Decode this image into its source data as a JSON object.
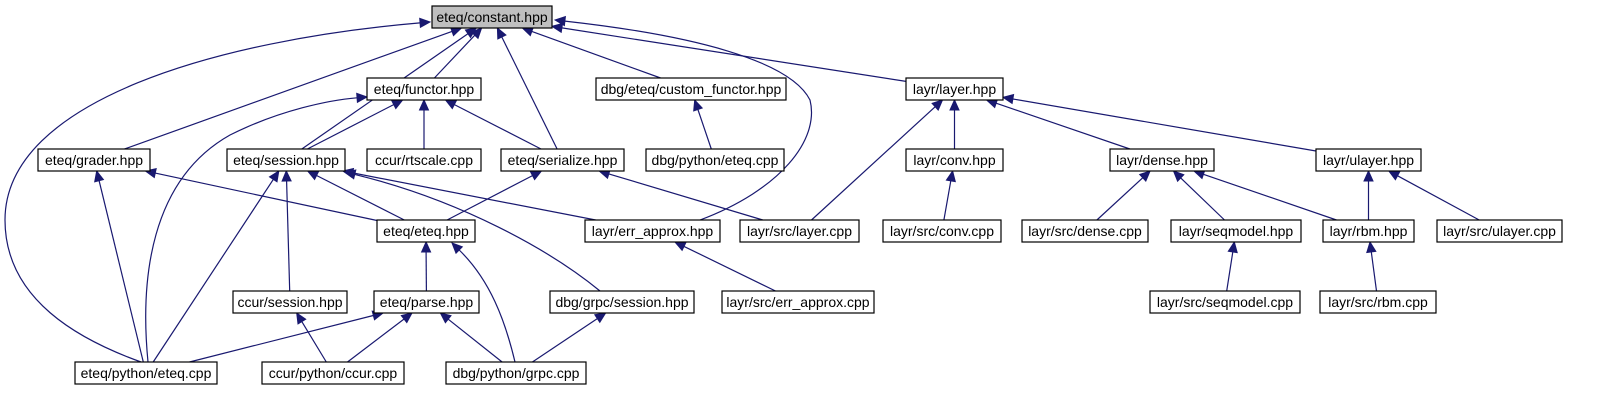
{
  "graph": {
    "edge_color": "#191970",
    "focus_fill": "#bfbfbf",
    "nodes": [
      {
        "id": "constant",
        "label": "eteq/constant.hpp",
        "focus": true
      },
      {
        "id": "functor",
        "label": "eteq/functor.hpp"
      },
      {
        "id": "custom_functor",
        "label": "dbg/eteq/custom_functor.hpp"
      },
      {
        "id": "layer",
        "label": "layr/layer.hpp"
      },
      {
        "id": "grader",
        "label": "eteq/grader.hpp"
      },
      {
        "id": "session",
        "label": "eteq/session.hpp"
      },
      {
        "id": "rtscale",
        "label": "ccur/rtscale.cpp"
      },
      {
        "id": "serialize",
        "label": "eteq/serialize.hpp"
      },
      {
        "id": "dbg_python_eteq",
        "label": "dbg/python/eteq.cpp"
      },
      {
        "id": "conv",
        "label": "layr/conv.hpp"
      },
      {
        "id": "dense",
        "label": "layr/dense.hpp"
      },
      {
        "id": "ulayer",
        "label": "layr/ulayer.hpp"
      },
      {
        "id": "eteq_hpp",
        "label": "eteq/eteq.hpp"
      },
      {
        "id": "err_approx",
        "label": "layr/err_approx.hpp"
      },
      {
        "id": "src_layer",
        "label": "layr/src/layer.cpp"
      },
      {
        "id": "src_conv",
        "label": "layr/src/conv.cpp"
      },
      {
        "id": "src_dense",
        "label": "layr/src/dense.cpp"
      },
      {
        "id": "seqmodel",
        "label": "layr/seqmodel.hpp"
      },
      {
        "id": "rbm",
        "label": "layr/rbm.hpp"
      },
      {
        "id": "src_ulayer",
        "label": "layr/src/ulayer.cpp"
      },
      {
        "id": "ccur_session",
        "label": "ccur/session.hpp"
      },
      {
        "id": "parse",
        "label": "eteq/parse.hpp"
      },
      {
        "id": "grpc_session",
        "label": "dbg/grpc/session.hpp"
      },
      {
        "id": "src_err_approx",
        "label": "layr/src/err_approx.cpp"
      },
      {
        "id": "src_seqmodel",
        "label": "layr/src/seqmodel.cpp"
      },
      {
        "id": "src_rbm",
        "label": "layr/src/rbm.cpp"
      },
      {
        "id": "eteq_python_eteq",
        "label": "eteq/python/eteq.cpp"
      },
      {
        "id": "ccur_python",
        "label": "ccur/python/ccur.cpp"
      },
      {
        "id": "dbg_grpc",
        "label": "dbg/python/grpc.cpp"
      }
    ],
    "edges": [
      {
        "from": "functor",
        "to": "constant"
      },
      {
        "from": "custom_functor",
        "to": "constant"
      },
      {
        "from": "layer",
        "to": "constant"
      },
      {
        "from": "grader",
        "to": "constant"
      },
      {
        "from": "session",
        "to": "constant"
      },
      {
        "from": "serialize",
        "to": "constant"
      },
      {
        "from": "err_approx",
        "to": "constant"
      },
      {
        "from": "eteq_python_eteq",
        "to": "constant"
      },
      {
        "from": "session",
        "to": "functor"
      },
      {
        "from": "rtscale",
        "to": "functor"
      },
      {
        "from": "serialize",
        "to": "functor"
      },
      {
        "from": "eteq_python_eteq",
        "to": "functor"
      },
      {
        "from": "dbg_python_eteq",
        "to": "custom_functor"
      },
      {
        "from": "src_layer",
        "to": "layer"
      },
      {
        "from": "conv",
        "to": "layer"
      },
      {
        "from": "dense",
        "to": "layer"
      },
      {
        "from": "ulayer",
        "to": "layer"
      },
      {
        "from": "eteq_hpp",
        "to": "grader"
      },
      {
        "from": "eteq_python_eteq",
        "to": "grader"
      },
      {
        "from": "eteq_hpp",
        "to": "session"
      },
      {
        "from": "err_approx",
        "to": "session"
      },
      {
        "from": "grpc_session",
        "to": "session"
      },
      {
        "from": "ccur_session",
        "to": "session"
      },
      {
        "from": "eteq_python_eteq",
        "to": "session"
      },
      {
        "from": "eteq_hpp",
        "to": "serialize"
      },
      {
        "from": "src_layer",
        "to": "serialize"
      },
      {
        "from": "src_conv",
        "to": "conv"
      },
      {
        "from": "src_dense",
        "to": "dense"
      },
      {
        "from": "seqmodel",
        "to": "dense"
      },
      {
        "from": "rbm",
        "to": "dense"
      },
      {
        "from": "rbm",
        "to": "ulayer"
      },
      {
        "from": "src_ulayer",
        "to": "ulayer"
      },
      {
        "from": "parse",
        "to": "eteq_hpp"
      },
      {
        "from": "dbg_grpc",
        "to": "eteq_hpp"
      },
      {
        "from": "src_err_approx",
        "to": "err_approx"
      },
      {
        "from": "src_seqmodel",
        "to": "seqmodel"
      },
      {
        "from": "src_rbm",
        "to": "rbm"
      },
      {
        "from": "ccur_python",
        "to": "ccur_session"
      },
      {
        "from": "eteq_python_eteq",
        "to": "parse"
      },
      {
        "from": "ccur_python",
        "to": "parse"
      },
      {
        "from": "dbg_grpc",
        "to": "parse"
      },
      {
        "from": "dbg_grpc",
        "to": "grpc_session"
      }
    ]
  }
}
